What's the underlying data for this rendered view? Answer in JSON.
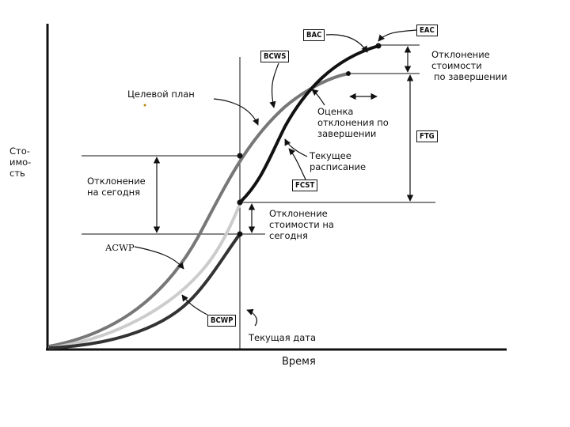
{
  "axes": {
    "y_label_lines": [
      "Сто-",
      "имо-",
      "сть"
    ],
    "x_label": "Время"
  },
  "labels": {
    "target_plan": "Целевой план",
    "today_variance_lines": [
      "Отклонение",
      "на сегодня"
    ],
    "acwp": "ACWP",
    "current_date": "Текущая дата",
    "estimate_lines": [
      "Оценка",
      "отклонения по",
      "завершении"
    ],
    "current_schedule_lines": [
      "Текущее",
      "расписание"
    ],
    "cost_variance_complete_lines": [
      "Отклонение",
      "стоимости",
      "по завершении"
    ],
    "cost_variance_today_lines": [
      "Отклонение",
      "стоимости на",
      "сегодня"
    ]
  },
  "tags": {
    "bac": "BAC",
    "eac": "EAC",
    "bcws": "BCWS",
    "fcst": "FCST",
    "ftg": "FTG",
    "bcwp": "BCWP"
  },
  "colors": {
    "axis": "#111111",
    "target_plan_curve": "#777777",
    "actual_cost_curve": "#111111",
    "earned_value_curve": "#333333",
    "forecast_curve": "#cccccc"
  }
}
